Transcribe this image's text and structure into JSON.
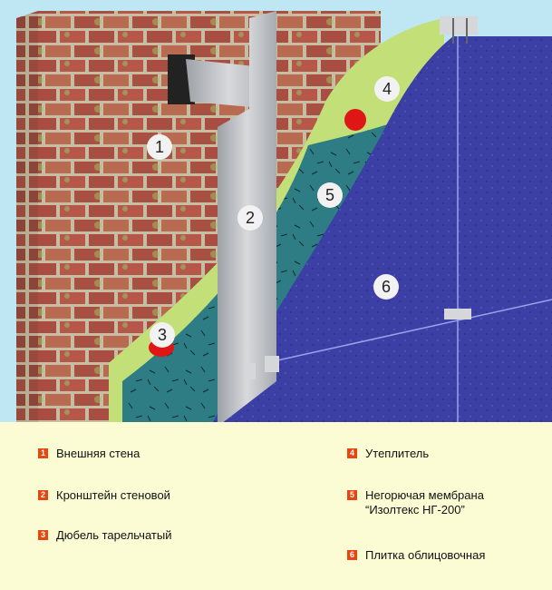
{
  "markers": [
    {
      "id": "1",
      "label": "1"
    },
    {
      "id": "2",
      "label": "2"
    },
    {
      "id": "3",
      "label": "3"
    },
    {
      "id": "4",
      "label": "4"
    },
    {
      "id": "5",
      "label": "5"
    },
    {
      "id": "6",
      "label": "6"
    }
  ],
  "legend": [
    {
      "num": "1",
      "lines": [
        "Внешняя стена"
      ]
    },
    {
      "num": "2",
      "lines": [
        "Кронштейн стеновой"
      ]
    },
    {
      "num": "3",
      "lines": [
        "Дюбель тарельчатый"
      ]
    },
    {
      "num": "4",
      "lines": [
        "Утеплитель"
      ]
    },
    {
      "num": "5",
      "lines": [
        "Негорючая мембрана",
        "“Изолтекс НГ-200”"
      ]
    },
    {
      "num": "6",
      "lines": [
        "Плитка облицовочная"
      ]
    }
  ],
  "colors": {
    "badge": "#e8460f",
    "brick": "#b65a4a",
    "mortar": "#c9c0a3",
    "insulation": "#c6e27a",
    "membrane": "#2f7f86",
    "cladding": "#3b3fa3",
    "bracket": "#bfc2c6",
    "dowel": "#e01616"
  }
}
